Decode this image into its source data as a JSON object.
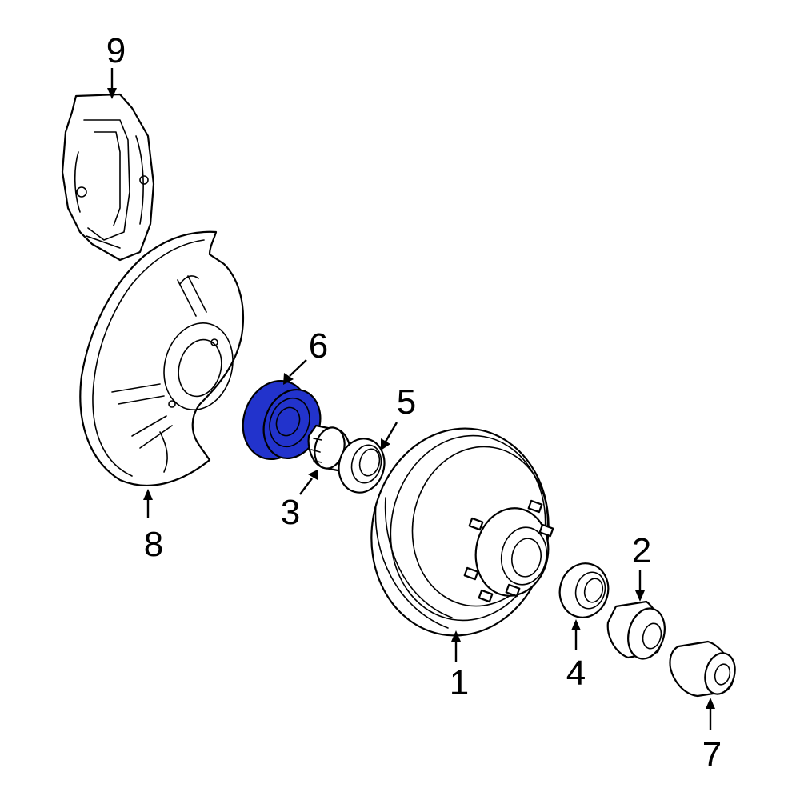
{
  "diagram": {
    "highlight_color": "#2233cc",
    "callouts": [
      {
        "id": "1",
        "label": "1"
      },
      {
        "id": "2",
        "label": "2"
      },
      {
        "id": "3",
        "label": "3"
      },
      {
        "id": "4",
        "label": "4"
      },
      {
        "id": "5",
        "label": "5"
      },
      {
        "id": "6",
        "label": "6",
        "highlighted": true
      },
      {
        "id": "7",
        "label": "7"
      },
      {
        "id": "8",
        "label": "8"
      },
      {
        "id": "9",
        "label": "9"
      }
    ]
  }
}
